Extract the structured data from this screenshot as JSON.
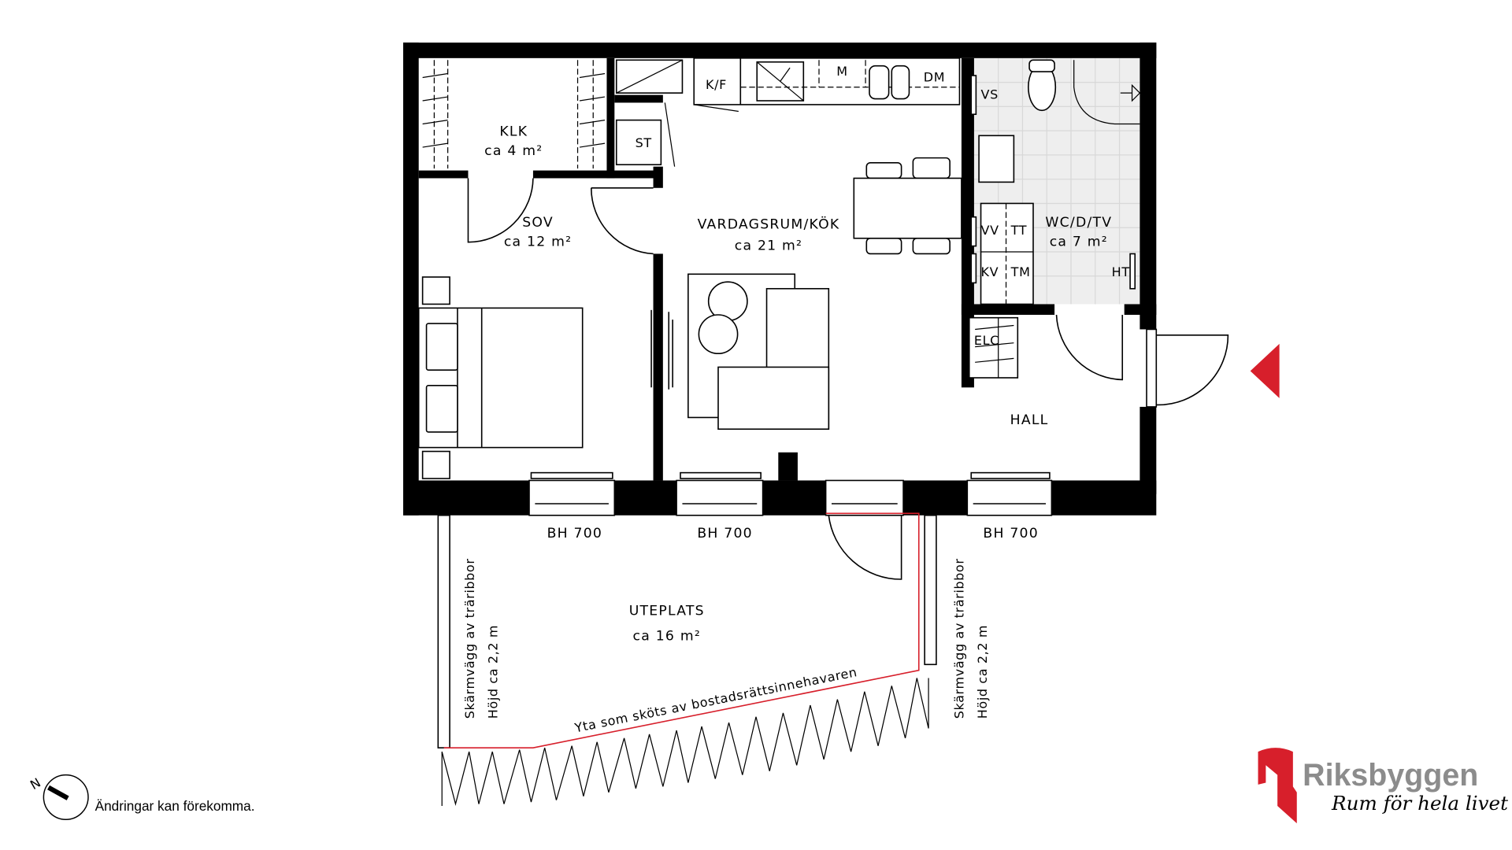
{
  "rooms": {
    "klk": {
      "name": "KLK",
      "area": "ca 4 m²"
    },
    "sov": {
      "name": "SOV",
      "area": "ca 12 m²"
    },
    "vardagsrum": {
      "name": "VARDAGSRUM/KÖK",
      "area": "ca 21 m²"
    },
    "wc": {
      "name": "WC/D/TV",
      "area": "ca 7 m²"
    },
    "hall": {
      "name": "HALL"
    },
    "uteplats": {
      "name": "UTEPLATS",
      "area": "ca 16 m²"
    }
  },
  "fixtures": {
    "kf": "K/F",
    "m": "M",
    "dm": "DM",
    "st": "ST",
    "vs": "VS",
    "vv": "VV",
    "tt": "TT",
    "kv": "KV",
    "tm": "TM",
    "ht": "HT",
    "elc": "ELC"
  },
  "windows": [
    "BH 700",
    "BH 700",
    "BH 700"
  ],
  "screens": {
    "left": {
      "line1": "Skärmvägg av träribbor",
      "line2": "Höjd ca 2,2 m"
    },
    "right": {
      "line1": "Skärmvägg av träribbor",
      "line2": "Höjd ca 2,2 m"
    }
  },
  "area_note": "Yta som sköts av bostadsrättsinnehavaren",
  "compass": {
    "north": "N"
  },
  "disclaimer": "Ändringar kan förekomma.",
  "logo": {
    "name": "Riksbyggen",
    "tagline": "Rum för hela livet"
  },
  "colors": {
    "accent": "#d71f2b",
    "logo_gray": "#8c8c8c",
    "wet_floor": "#eeeeee"
  }
}
